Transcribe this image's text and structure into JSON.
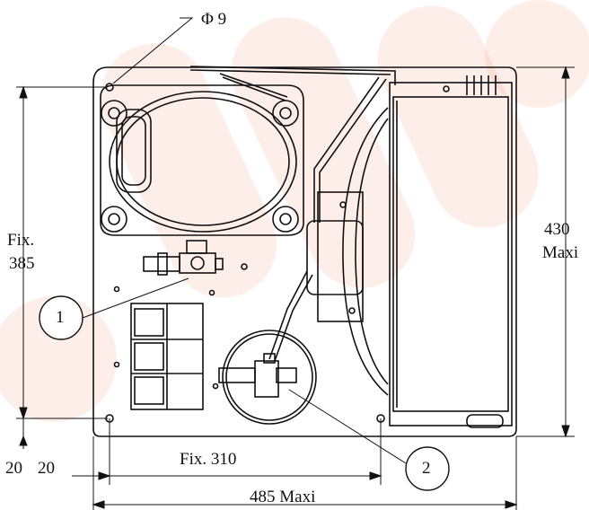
{
  "drawing": {
    "hole_diameter_label": "Φ 9",
    "height_fixing": {
      "prefix": "Fix.",
      "value": "385"
    },
    "height_max": {
      "value": "430",
      "suffix": "Maxi"
    },
    "offset_left": "20",
    "offset_bottom": "20",
    "width_fixing": "Fix. 310",
    "width_max": "485  Maxi",
    "callouts": [
      "1",
      "2"
    ]
  },
  "watermark": {
    "color": "#e8542a"
  },
  "line_color": "#111111"
}
